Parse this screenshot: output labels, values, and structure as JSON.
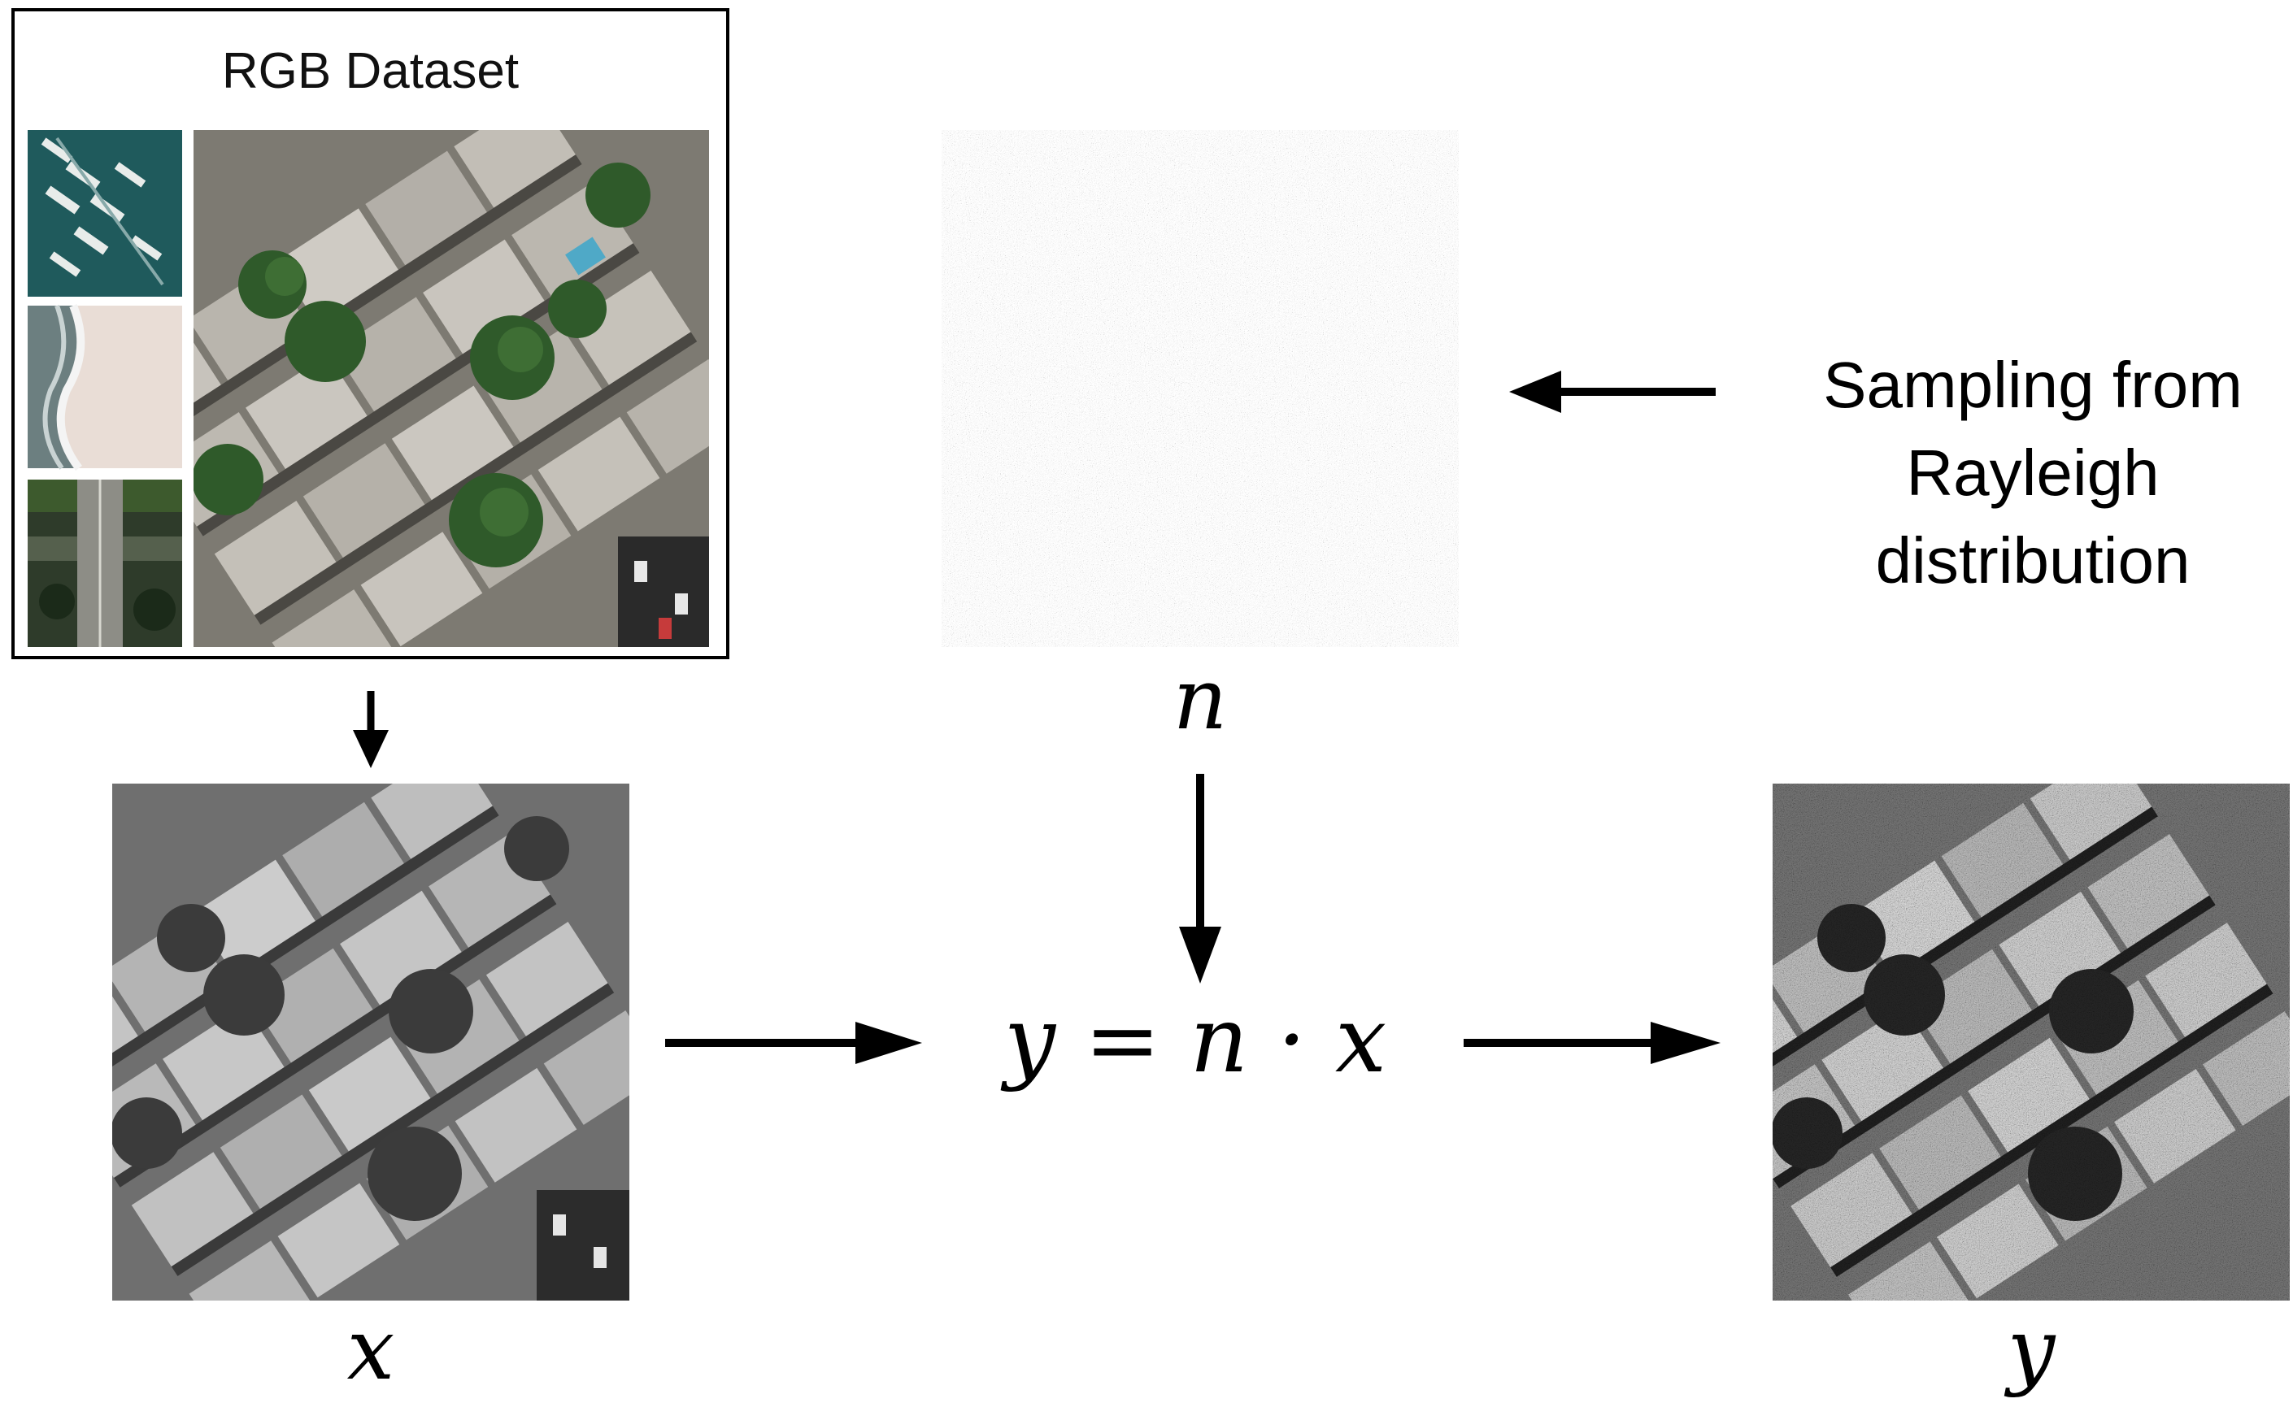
{
  "dataset": {
    "title": "RGB Dataset"
  },
  "labels": {
    "noise": "n",
    "clean": "x",
    "noisy": "y",
    "equation": "y = n · x"
  },
  "sampling": {
    "line1": "Sampling from",
    "line2": "Rayleigh",
    "line3": "distribution"
  }
}
